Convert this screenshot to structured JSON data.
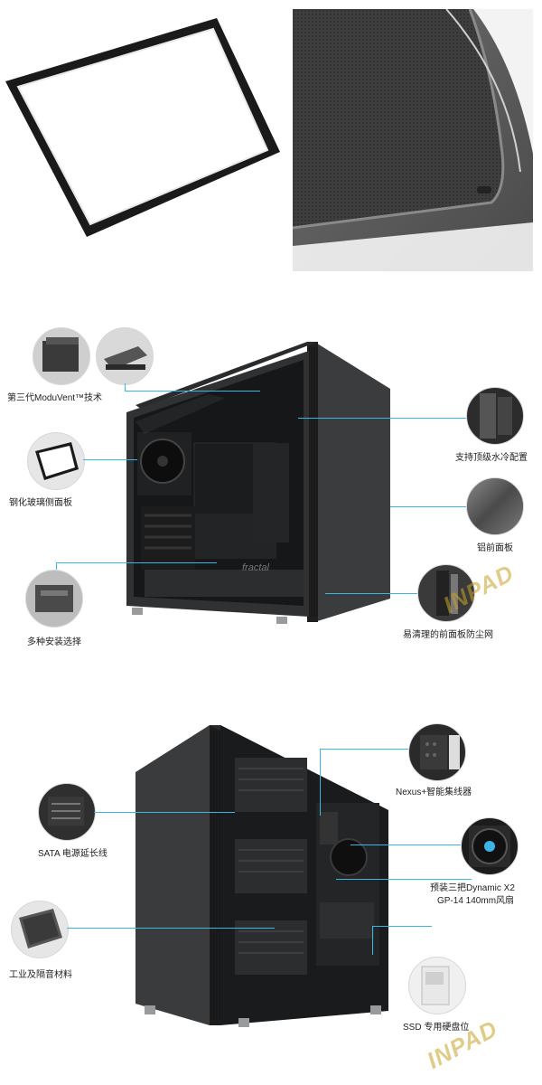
{
  "callouts_top": {
    "moduvent": "第三代ModuVent™技术",
    "glass": "钢化玻璃侧面板",
    "mounting": "多种安装选择",
    "watercooling": "支持顶级水冷配置",
    "aluminium": "铝前面板",
    "dustfilter": "易清理的前面板防尘网"
  },
  "callouts_bottom": {
    "nexus": "Nexus+智能集线器",
    "sata": "SATA 电源延长线",
    "fans_line1": "预装三把Dynamic X2",
    "fans_line2": "GP-14 140mm风扇",
    "material": "工业及隔音材料",
    "ssd": "SSD 专用硬盘位"
  },
  "case_logo": "fractal",
  "watermark": "INPAD",
  "colors": {
    "callout_line": "#3cb4e6",
    "case_body": "#2d2e30",
    "watermark": "#c9a227"
  }
}
